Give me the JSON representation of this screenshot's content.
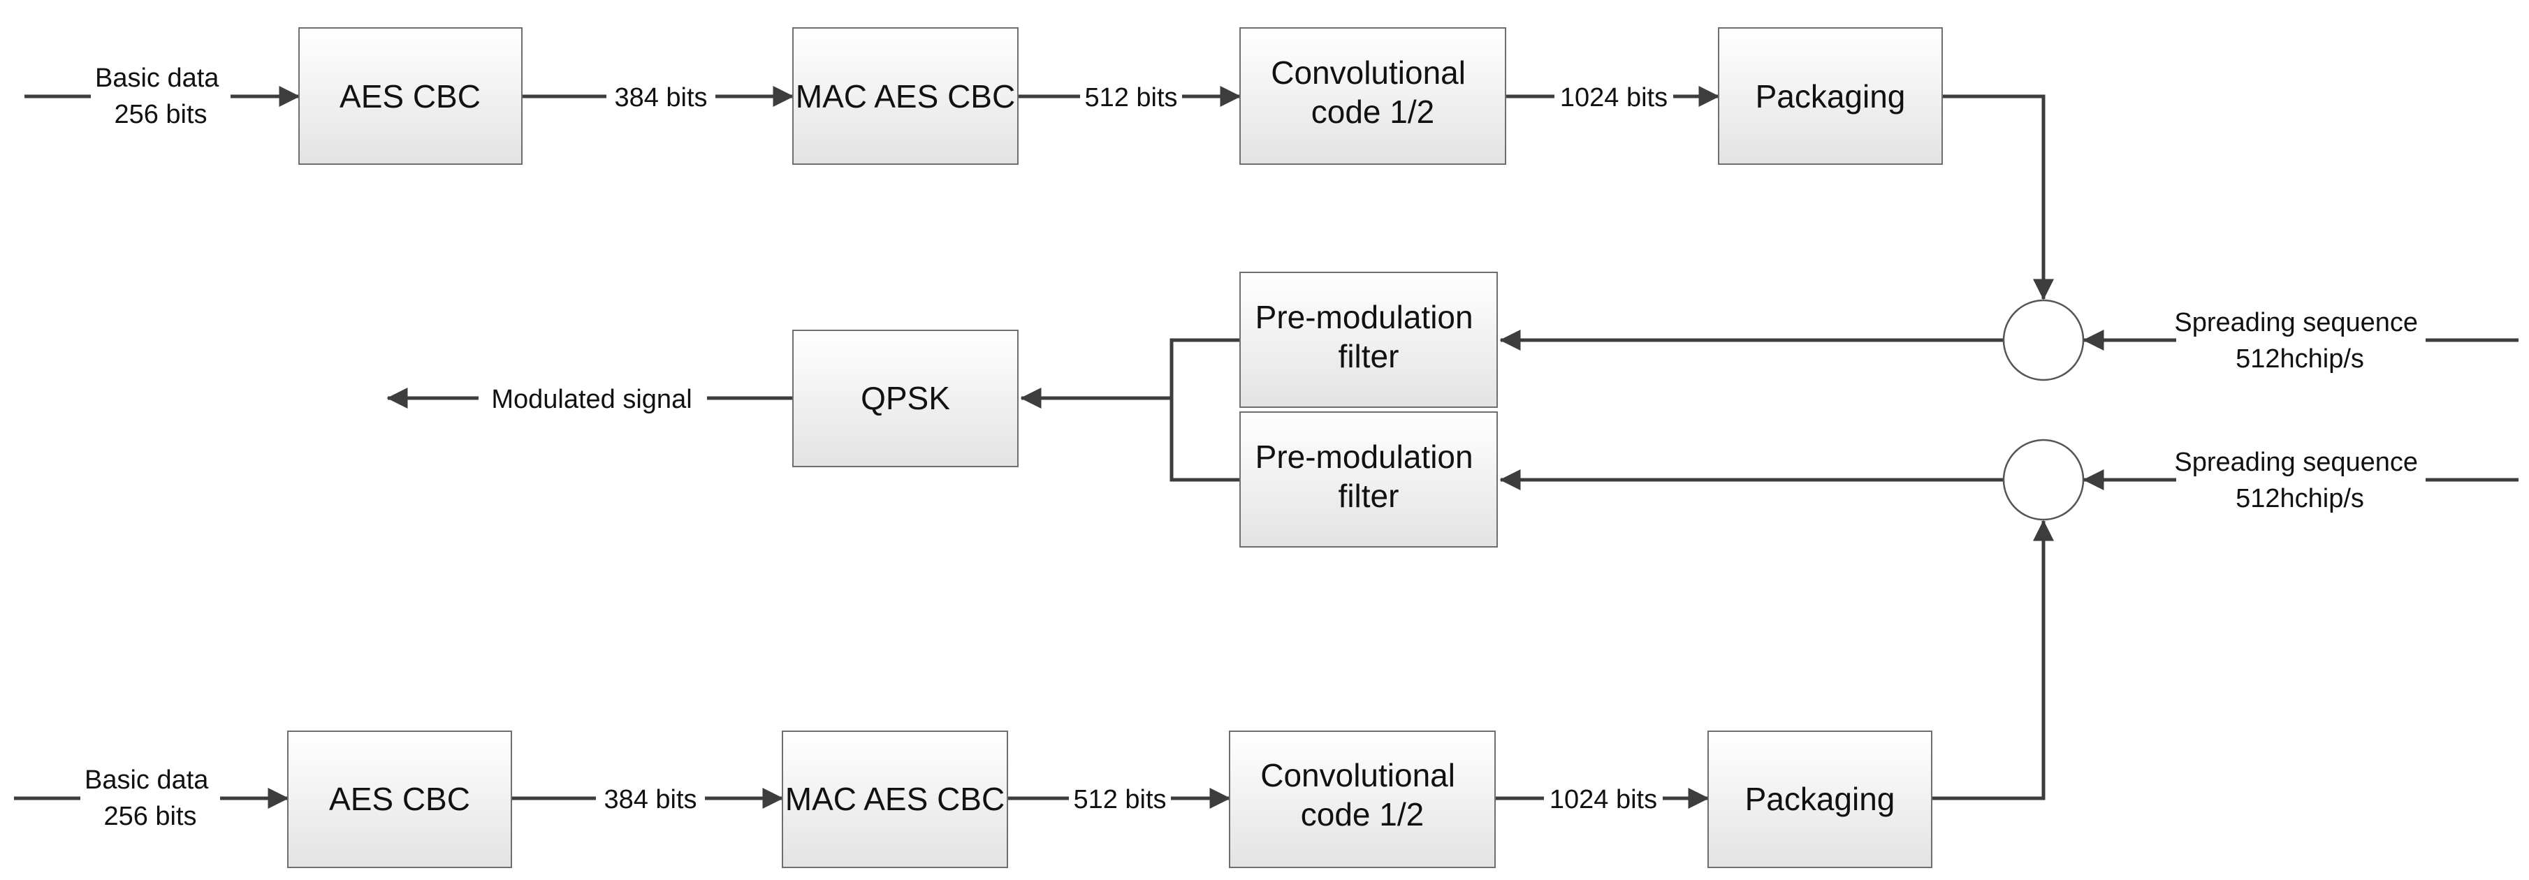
{
  "blocks": {
    "top_aes": [
      "AES CBC"
    ],
    "top_mac": [
      "MAC AES CBC"
    ],
    "top_conv": [
      "Convolutional",
      "code 1/2"
    ],
    "top_pack": [
      "Packaging"
    ],
    "filter_1": [
      "Pre-modulation",
      "filter"
    ],
    "filter_2": [
      "Pre-modulation",
      "filter"
    ],
    "qpsk": [
      "QPSK"
    ],
    "bot_aes": [
      "AES CBC"
    ],
    "bot_mac": [
      "MAC AES CBC"
    ],
    "bot_conv": [
      "Convolutional",
      "code 1/2"
    ],
    "bot_pack": [
      "Packaging"
    ]
  },
  "labels": {
    "top_input": [
      "Basic data",
      "256 bits"
    ],
    "top_384": [
      "384 bits"
    ],
    "top_512": [
      "512 bits"
    ],
    "top_1024": [
      "1024 bits"
    ],
    "spread_1": [
      "Spreading sequence",
      "512hchip/s"
    ],
    "spread_2": [
      "Spreading sequence",
      "512hchip/s"
    ],
    "output": [
      "Modulated signal"
    ],
    "bot_input": [
      "Basic data",
      "256 bits"
    ],
    "bot_384": [
      "384 bits"
    ],
    "bot_512": [
      "512 bits"
    ],
    "bot_1024": [
      "1024 bits"
    ]
  }
}
